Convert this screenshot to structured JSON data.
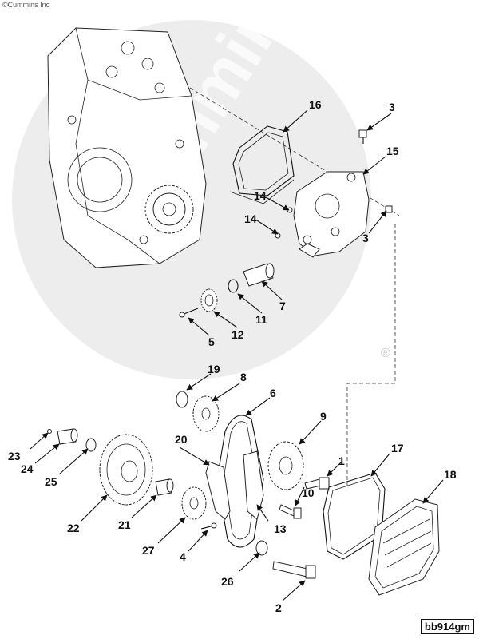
{
  "copyright": "©Cummins Inc",
  "watermark": "Cummins",
  "registered_mark": "®",
  "figure_id": "bb914gm",
  "callouts": {
    "c1": "1",
    "c2": "2",
    "c3a": "3",
    "c3b": "3",
    "c4": "4",
    "c5": "5",
    "c6": "6",
    "c7": "7",
    "c8": "8",
    "c9": "9",
    "c10": "10",
    "c11": "11",
    "c12": "12",
    "c13": "13",
    "c14a": "14",
    "c14b": "14",
    "c15": "15",
    "c16": "16",
    "c17": "17",
    "c18": "18",
    "c19": "19",
    "c20": "20",
    "c21": "21",
    "c22": "22",
    "c23": "23",
    "c24": "24",
    "c25": "25",
    "c26": "26",
    "c27": "27"
  }
}
